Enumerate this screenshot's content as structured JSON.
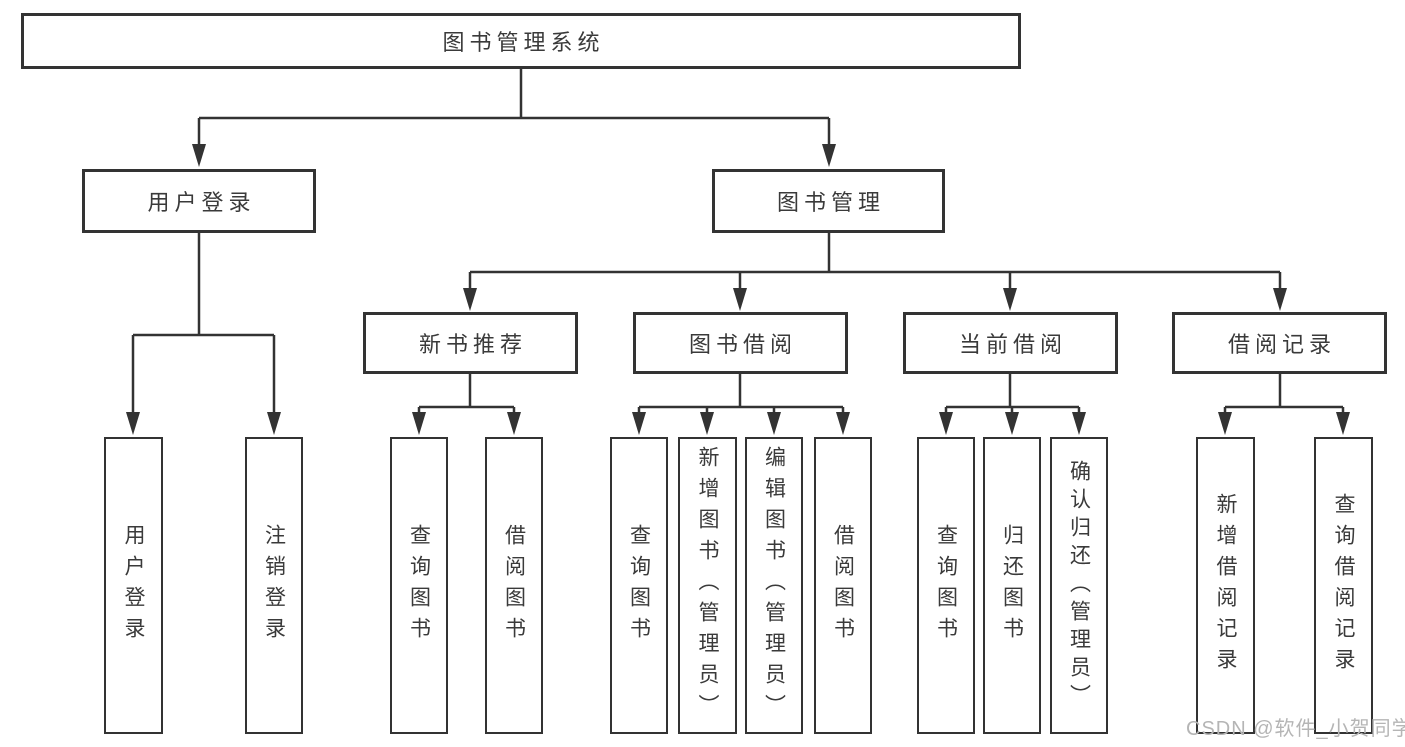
{
  "diagram": {
    "type": "hierarchy-tree",
    "direction": "top-down",
    "nodes": {
      "root": {
        "label": "图书管理系统"
      },
      "l2": [
        {
          "label": "用户登录",
          "parent": "图书管理系统"
        },
        {
          "label": "图书管理",
          "parent": "图书管理系统"
        }
      ],
      "l3": [
        {
          "label": "新书推荐",
          "parent": "图书管理"
        },
        {
          "label": "图书借阅",
          "parent": "图书管理"
        },
        {
          "label": "当前借阅",
          "parent": "图书管理"
        },
        {
          "label": "借阅记录",
          "parent": "图书管理"
        }
      ],
      "leaves": [
        {
          "label": "用户登录",
          "parent": "用户登录"
        },
        {
          "label": "注销登录",
          "parent": "用户登录"
        },
        {
          "label": "查询图书",
          "parent": "新书推荐"
        },
        {
          "label": "借阅图书",
          "parent": "新书推荐"
        },
        {
          "label": "查询图书",
          "parent": "图书借阅"
        },
        {
          "label": "新增图书（管理员）",
          "parent": "图书借阅"
        },
        {
          "label": "编辑图书（管理员）",
          "parent": "图书借阅"
        },
        {
          "label": "借阅图书",
          "parent": "图书借阅"
        },
        {
          "label": "查询图书",
          "parent": "当前借阅"
        },
        {
          "label": "归还图书",
          "parent": "当前借阅"
        },
        {
          "label": "确认归还（管理员）",
          "parent": "当前借阅"
        },
        {
          "label": "新增借阅记录",
          "parent": "借阅记录"
        },
        {
          "label": "查询借阅记录",
          "parent": "借阅记录"
        }
      ]
    },
    "colors": {
      "line": "#333333",
      "text": "#3a3a3a",
      "box_fill": "#ffffff",
      "background": "#ffffff",
      "watermark": "#b5b5b5"
    }
  },
  "watermark": {
    "text": "CSDN @软件_小贺同学"
  }
}
